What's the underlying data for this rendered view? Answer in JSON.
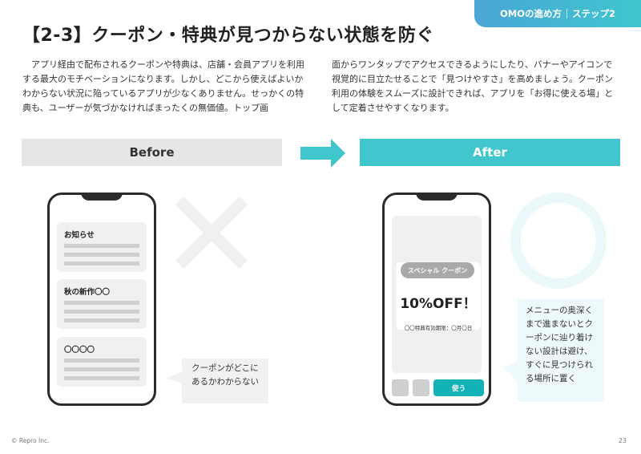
{
  "header": {
    "section": "OMOの進め方",
    "step": "ステップ2",
    "gradient_start": "#4aa6d6",
    "gradient_end": "#3ec6cf"
  },
  "title": "【2-3】クーポン・特典が見つからない状態を防ぐ",
  "intro": {
    "left": "アプリ経由で配布されるクーポンや特典は、店舗・会員アプリを利用する最大のモチベーションになります。しかし、どこから使えばよいかわからない状況に陥っているアプリが少なくありません。せっかくの特典も、ユーザーが気づかなければまったくの無価値。トップ画",
    "right": "面からワンタップでアクセスできるようにしたり、バナーやアイコンで視覚的に目立たせることで「見つけやすさ」を高めましょう。クーポン利用の体験をスムーズに設計できれば、アプリを「お得に使える場」として定着させやすくなります。"
  },
  "before": {
    "label": "Before",
    "cards": [
      {
        "title": "お知らせ",
        "lines": 3
      },
      {
        "title": "秋の新作〇〇",
        "lines": 3
      },
      {
        "title": "〇〇〇〇",
        "lines": 3
      }
    ],
    "mark": "cross-icon",
    "bubble": "クーポンがどこにあるかわからない"
  },
  "after": {
    "label": "After",
    "accent": "#42c6cd",
    "coupon": {
      "badge": "スペシャル クーポン",
      "value": "10%OFF！",
      "expiry": "〇〇特典有効期限：〇月〇日"
    },
    "use_button": "使う",
    "mark": "circle-icon",
    "bubble": "メニューの奥深くまで進まないとクーポンに辿り着けない設計は避け、すぐに見つけられる場所に置く"
  },
  "footer": {
    "copyright": "© Repro Inc.",
    "page_number": "23"
  }
}
